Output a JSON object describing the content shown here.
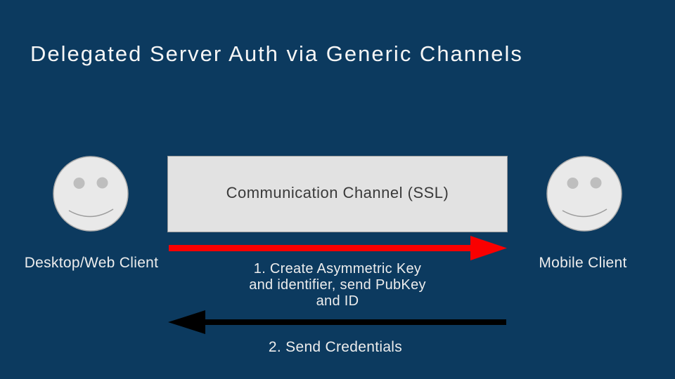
{
  "slide": {
    "title": "Delegated Server Auth via Generic Channels",
    "channel_box_label": "Communication Channel (SSL)",
    "actors": {
      "left": "Desktop/Web Client",
      "right": "Mobile Client"
    },
    "step1": {
      "label": "1. Create Asymmetric Key\nand identifier, send PubKey\nand ID",
      "direction": "right",
      "arrow_color": "#FA0000"
    },
    "step2": {
      "label": "2. Send Credentials",
      "direction": "left",
      "arrow_color": "#000000"
    },
    "colors": {
      "background": "#0C3A5F",
      "title_text": "#F6F6F6",
      "box_fill": "#E2E2E2",
      "box_border": "#9B9B9B",
      "box_text": "#3A3A3A",
      "face_fill": "#E9E9E9",
      "face_outline": "#ACACAC",
      "face_features": "#BEBEBE",
      "smile_stroke": "#9C9C9C",
      "label_text": "#EDEDED"
    }
  }
}
